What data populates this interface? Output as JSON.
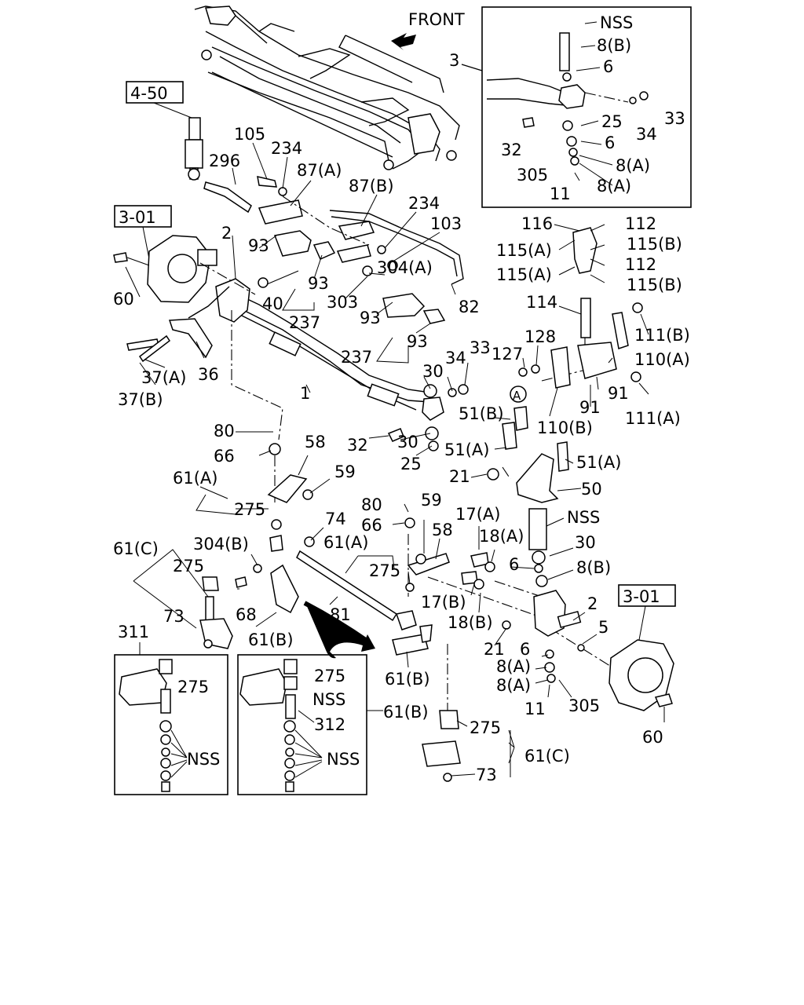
{
  "front_label": "FRONT",
  "refs": {
    "r450": "4-50",
    "r301_left": "3-01",
    "r301_right": "3-01"
  },
  "inset_top": {
    "labels": [
      "3",
      "NSS",
      "8(B)",
      "6",
      "34",
      "33",
      "25",
      "32",
      "6",
      "305",
      "8(A)",
      "8(A)",
      "11"
    ]
  },
  "inset_311": {
    "title": "311",
    "labels": [
      "275",
      "NSS"
    ]
  },
  "inset_312": {
    "labels": [
      "275",
      "NSS",
      "312",
      "NSS",
      "61(B)"
    ]
  },
  "callout_a": "A",
  "labels": {
    "l105": "105",
    "l234a": "234",
    "l296": "296",
    "l87a": "87(A)",
    "l87b": "87(B)",
    "l234b": "234",
    "l103": "103",
    "l2a": "2",
    "l93a": "93",
    "l93b": "93",
    "l304a": "304(A)",
    "l40": "40",
    "l303": "303",
    "l82": "82",
    "l237a": "237",
    "l60a": "60",
    "l93c": "93",
    "l93d": "93",
    "l237b": "237",
    "l37a": "37(A)",
    "l37b": "37(B)",
    "l36": "36",
    "l1": "1",
    "l30a": "30",
    "l34": "34",
    "l33": "33",
    "l32": "32",
    "l30b": "30",
    "l25": "25",
    "l80a": "80",
    "l66a": "66",
    "l58a": "58",
    "l59a": "59",
    "l61aa": "61(A)",
    "l275a": "275",
    "l74": "74",
    "l304b": "304(B)",
    "l61c": "61(C)",
    "l275b": "275",
    "l68": "68",
    "l73a": "73",
    "l61ab": "61(A)",
    "l81": "81",
    "l61ba": "61(B)",
    "l80b": "80",
    "l59b": "59",
    "l66b": "66",
    "l58b": "58",
    "l275c": "275",
    "l17a": "17(A)",
    "l18a": "18(A)",
    "l17b": "17(B)",
    "l18b": "18(B)",
    "l2b": "2",
    "l5": "5",
    "l21a": "21",
    "l6a": "6",
    "l8aa": "8(A)",
    "l8ab": "8(A)",
    "l11": "11",
    "l305": "305",
    "l60b": "60",
    "l61bb": "61(B)",
    "l275d": "275",
    "l61cc": "61(C)",
    "l73b": "73",
    "l116": "116",
    "l112a": "112",
    "l115aa": "115(A)",
    "l115ba": "115(B)",
    "l112b": "112",
    "l115ab": "115(A)",
    "l115bb": "115(B)",
    "l114": "114",
    "l111b": "111(B)",
    "l127": "127",
    "l128": "128",
    "l110a": "110(A)",
    "l91a": "91",
    "l91b": "91",
    "l111a": "111(A)",
    "l51b": "51(B)",
    "l110b": "110(B)",
    "l51aa": "51(A)",
    "l51ab": "51(A)",
    "l21b": "21",
    "l50": "50",
    "lnss": "NSS",
    "l30c": "30",
    "l6b": "6",
    "l8b": "8(B)"
  }
}
